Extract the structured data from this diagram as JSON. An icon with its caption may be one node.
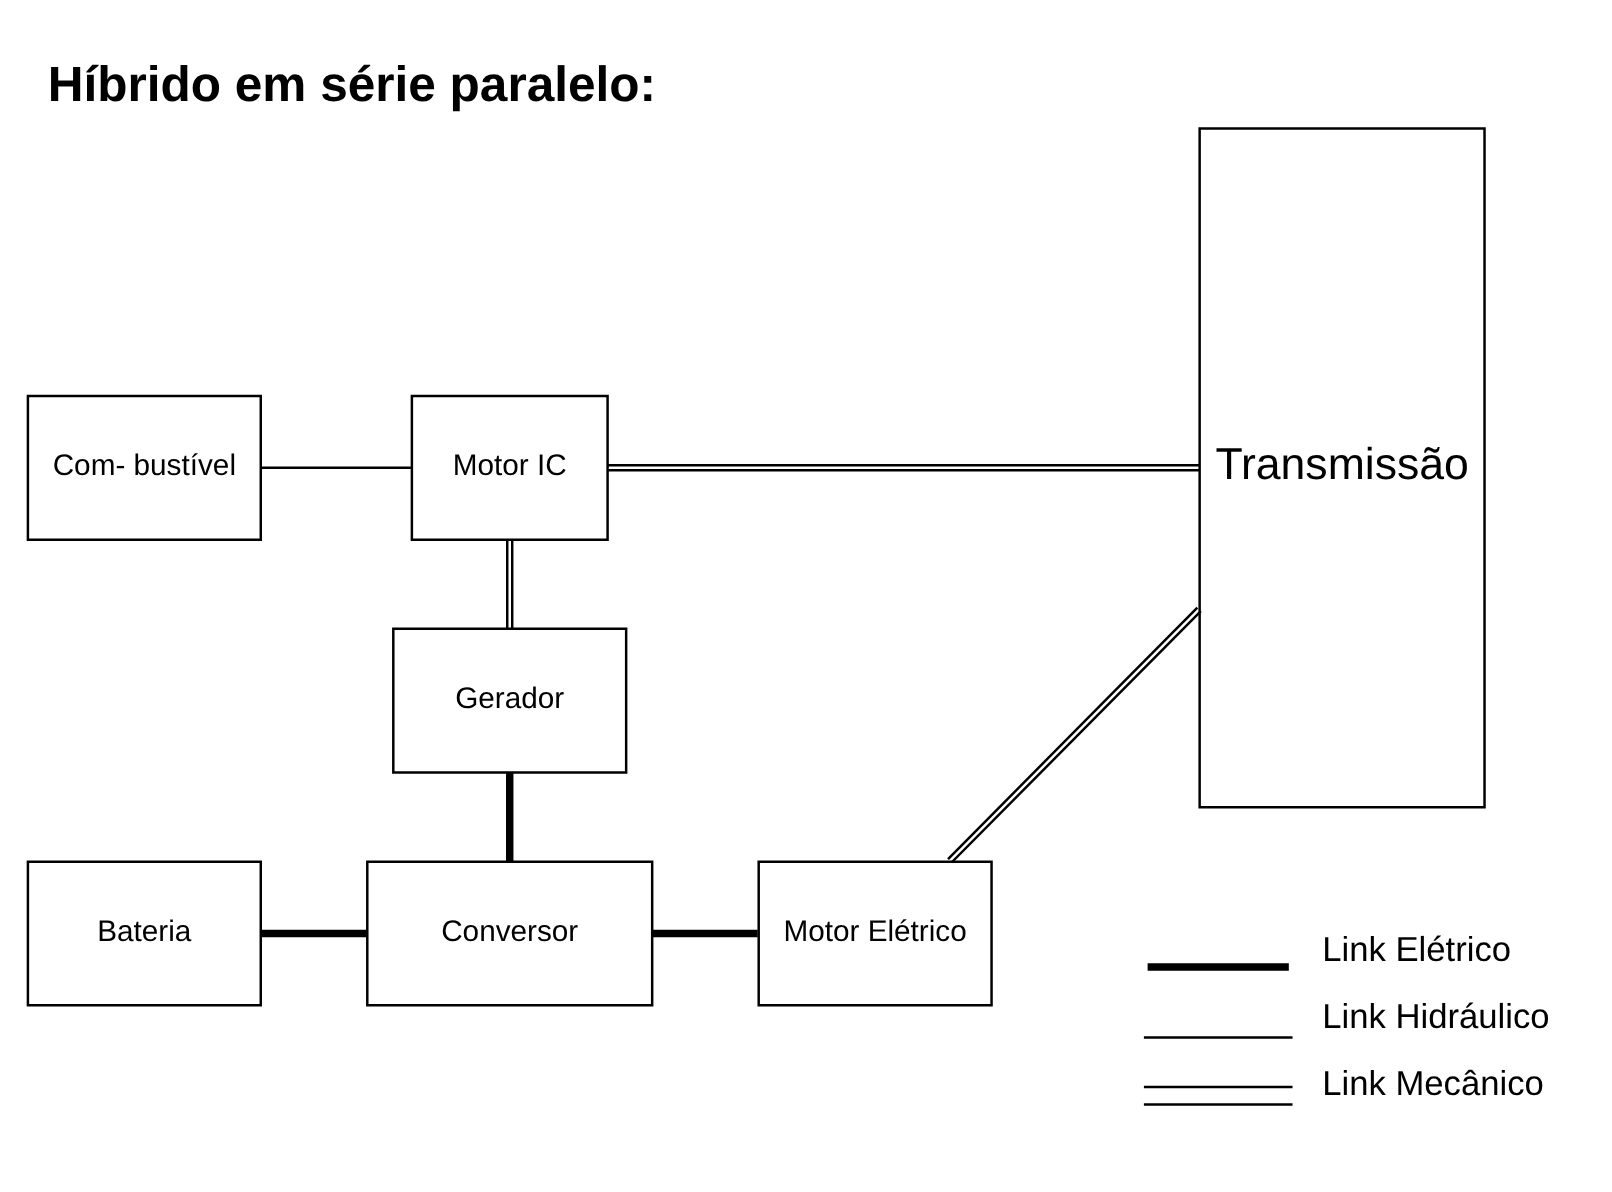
{
  "diagram": {
    "title": "Híbrido em série paralelo:",
    "nodes": [
      {
        "text": [
          "Com- bustível"
        ]
      },
      {
        "text": [
          "Motor IC"
        ]
      },
      {
        "text": [
          "Gerador"
        ]
      },
      {
        "text": [
          "Transmissão"
        ]
      },
      {
        "text": [
          "Bateria"
        ]
      },
      {
        "text": [
          "Conversor"
        ]
      },
      {
        "text": [
          "Motor Elétrico"
        ]
      }
    ],
    "edges": [
      {
        "from": 0,
        "to": 1,
        "arrow": "none"
      },
      {
        "from": 1,
        "to": 3,
        "arrow": "none"
      },
      {
        "from": 1,
        "to": 2,
        "arrow": "none"
      },
      {
        "from": 2,
        "to": 5,
        "arrow": "none",
        "style": "thick"
      },
      {
        "from": 4,
        "to": 5,
        "arrow": "none",
        "style": "thick"
      },
      {
        "from": 5,
        "to": 6,
        "arrow": "none",
        "style": "thick"
      },
      {
        "from": 6,
        "to": 3,
        "arrow": "none"
      }
    ],
    "legend": [
      {
        "text": "Link Elétrico"
      },
      {
        "text": "Link Hidráulico"
      },
      {
        "text": "Link Mecânico"
      }
    ]
  }
}
